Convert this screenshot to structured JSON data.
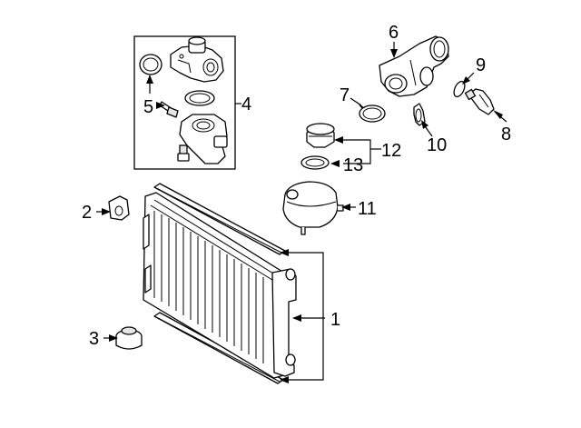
{
  "callouts": {
    "c1": "1",
    "c2": "2",
    "c3": "3",
    "c4": "4",
    "c5": "5",
    "c6": "6",
    "c7": "7",
    "c8": "8",
    "c9": "9",
    "c10": "10",
    "c11": "11",
    "c12": "12",
    "c13": "13"
  },
  "colors": {
    "line": "#000000",
    "background": "#ffffff",
    "shade": "#e6e6e6"
  }
}
